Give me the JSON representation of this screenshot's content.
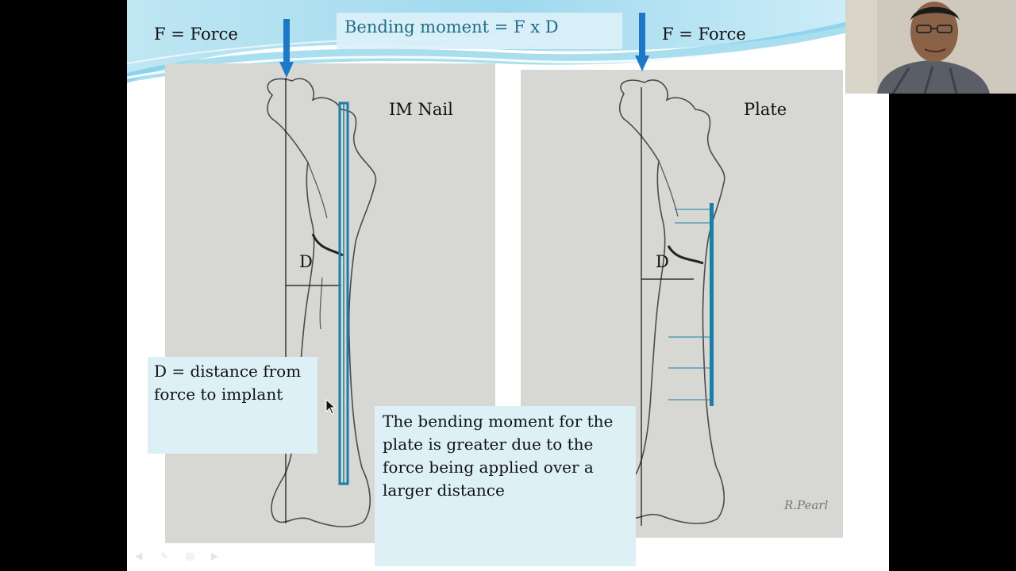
{
  "slide": {
    "title": "Bending moment = F x D",
    "left_force_label": "F = Force",
    "right_force_label": "F = Force",
    "left_implant_label": "IM Nail",
    "right_implant_label": "Plate",
    "left_distance_label": "D",
    "right_distance_label": "D",
    "note_distance": "D = distance from force to implant",
    "note_explanation": "The bending moment for the plate is greater due to the force being applied over a larger distance",
    "signature": "R.Pearl"
  },
  "colors": {
    "arrow": "#1e78c8",
    "implant": "#1a7fa6",
    "title_text": "#1e6e86",
    "note_bg": "#dcf0f6",
    "panel_bg": "#d7d7d3"
  },
  "icons": {
    "force_arrow": "down-arrow-icon",
    "cursor": "mouse-pointer-icon",
    "tools": [
      "back-icon",
      "pen-icon",
      "menu-icon",
      "forward-icon"
    ]
  }
}
